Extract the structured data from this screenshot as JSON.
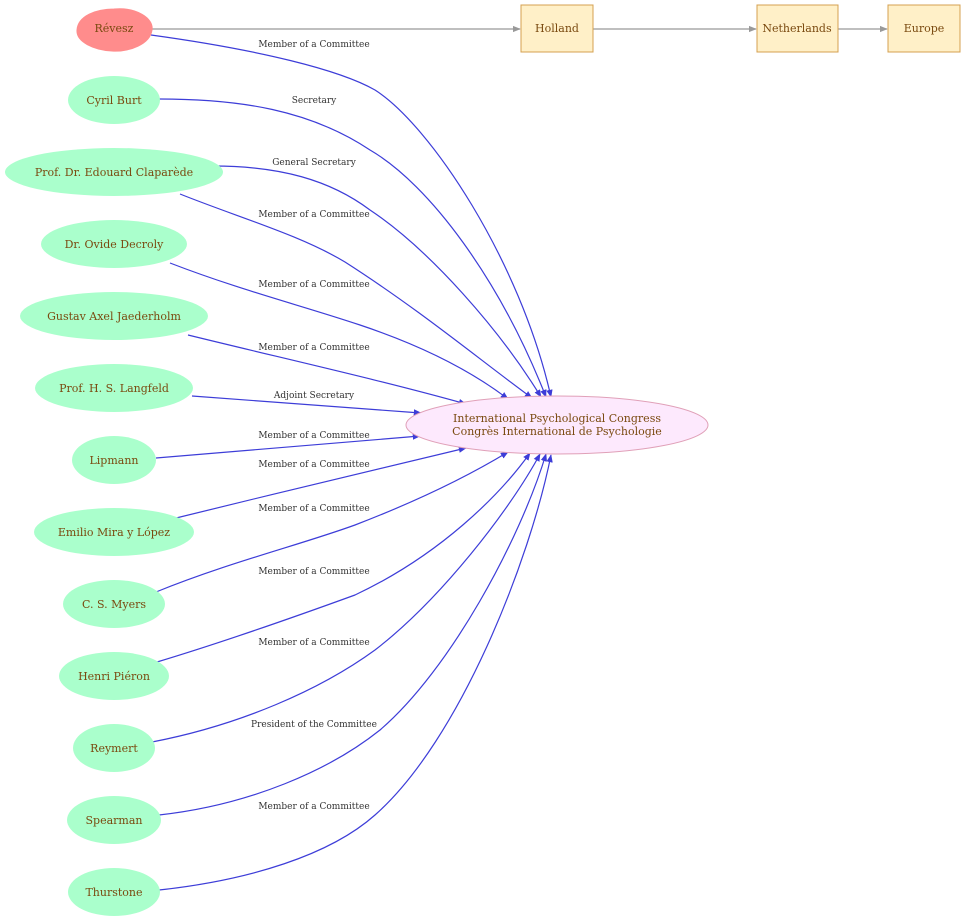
{
  "colors": {
    "person_fill": "#aaffcc",
    "highlight_fill": "#ff8c8c",
    "congress_fill": "#fde9fd",
    "congress_stroke": "#e0a0b8",
    "place_fill": "#fff0c8",
    "place_stroke": "#d4a050",
    "membership_edge": "#3d3dd8",
    "location_edge": "#999999",
    "text": "#7a4a10"
  },
  "congress": {
    "line1": "International Psychological Congress",
    "line2": "Congrès International de Psychologie"
  },
  "places": {
    "holland": "Holland",
    "netherlands": "Netherlands",
    "europe": "Europe"
  },
  "people": [
    {
      "id": "revesz",
      "name": "Révesz",
      "role": "Member of a Committee",
      "highlight": true
    },
    {
      "id": "burt",
      "name": "Cyril Burt",
      "role": "Secretary"
    },
    {
      "id": "claparede-1",
      "name": "Prof. Dr. Edouard Claparède",
      "role": "General Secretary"
    },
    {
      "id": "claparede-2",
      "name": "",
      "role": "Member of a Committee"
    },
    {
      "id": "decroly",
      "name": "Dr. Ovide Decroly",
      "role": "Member of a Committee"
    },
    {
      "id": "jaederholm",
      "name": "Gustav Axel Jaederholm",
      "role": "Member of a Committee"
    },
    {
      "id": "langfeld",
      "name": "Prof. H. S. Langfeld",
      "role": "Adjoint Secretary"
    },
    {
      "id": "lipmann",
      "name": "Lipmann",
      "role": "Member of a Committee"
    },
    {
      "id": "mira",
      "name": "Emilio Mira y López",
      "role": "Member of a Committee"
    },
    {
      "id": "myers",
      "name": "C. S. Myers",
      "role": "Member of a Committee"
    },
    {
      "id": "pieron",
      "name": "Henri Piéron",
      "role": "Member of a Committee"
    },
    {
      "id": "reymert",
      "name": "Reymert",
      "role": "Member of a Committee"
    },
    {
      "id": "spearman",
      "name": "Spearman",
      "role": "President of the Committee"
    },
    {
      "id": "thurstone",
      "name": "Thurstone",
      "role": "Member of a Committee"
    }
  ]
}
